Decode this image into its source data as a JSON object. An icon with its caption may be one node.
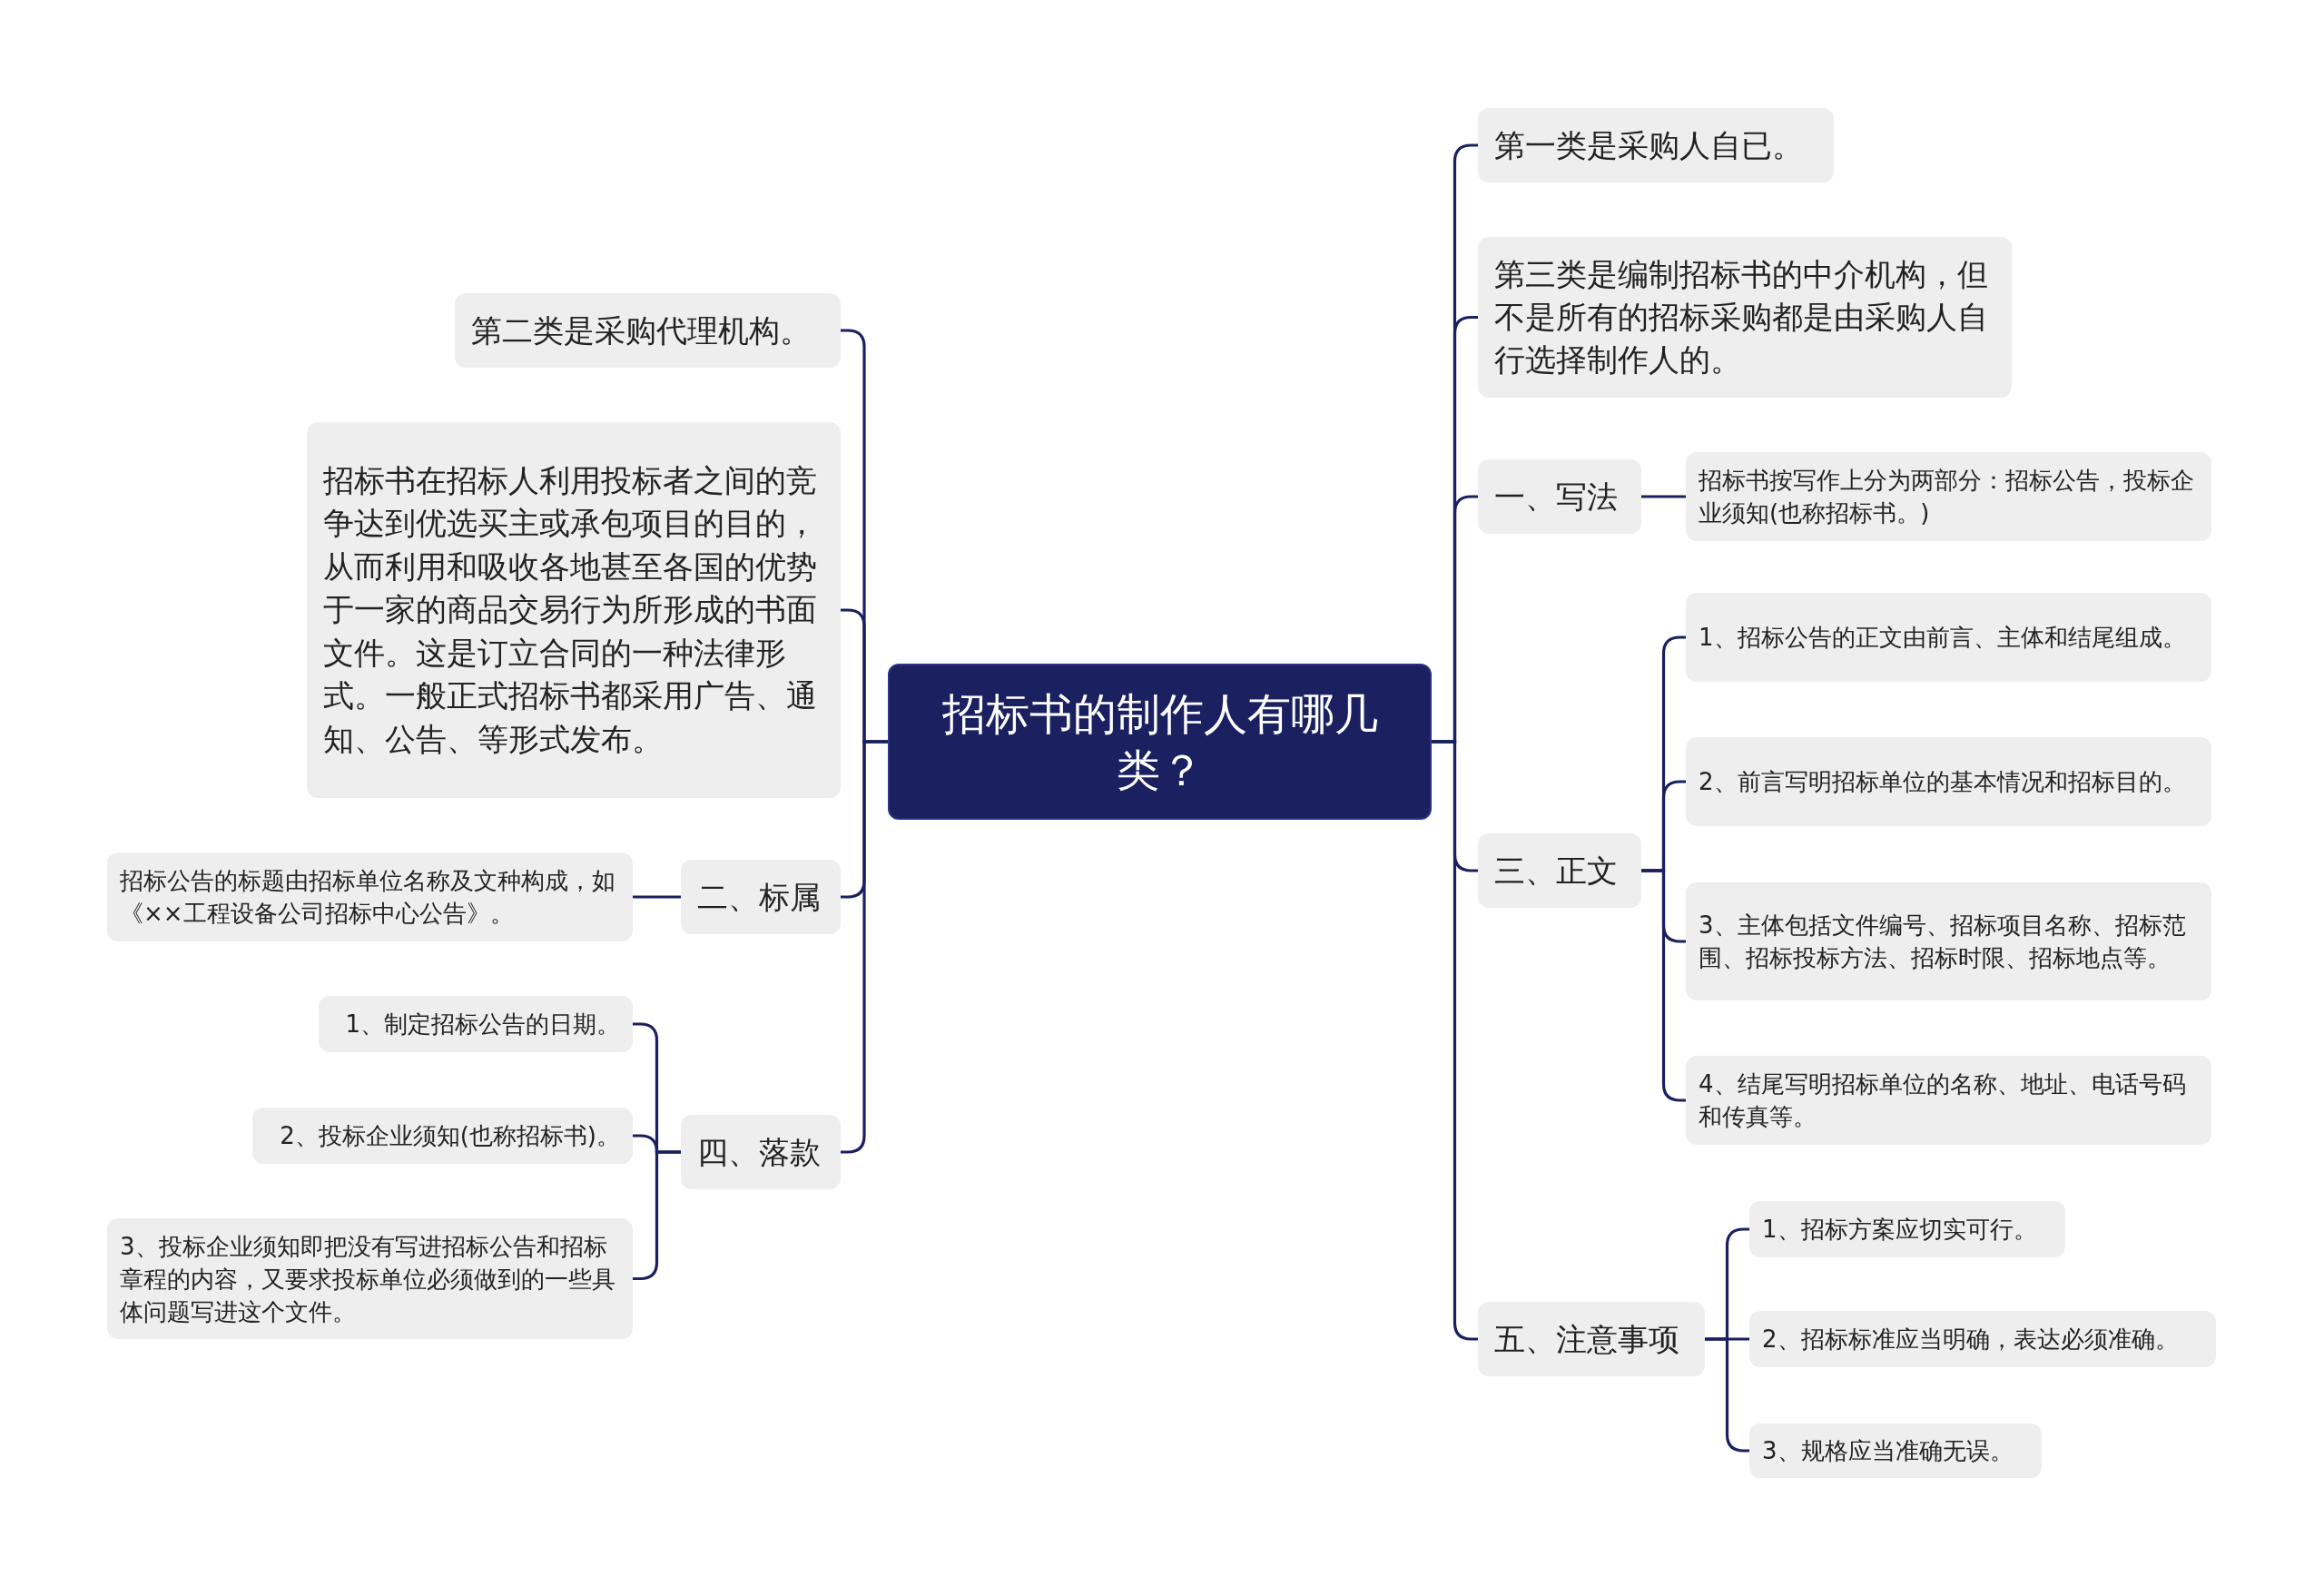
{
  "diagram": {
    "nodes": [
      {
        "text": [
          "招标书的制作人有哪几类？"
        ]
      },
      {
        "text": [
          "第一类是采购人自已。"
        ]
      },
      {
        "text": [
          "第三类是编制招标书的中介机构，但不是所有的招标采购都是由采购人自行选择制作人的。"
        ]
      },
      {
        "text": [
          "一、写法"
        ]
      },
      {
        "text": [
          "招标书按写作上分为两部分：招标公告，投标企业须知(也称招标书。)"
        ]
      },
      {
        "text": [
          "三、正文"
        ]
      },
      {
        "text": [
          "1、招标公告的正文由前言、主体和结尾组成。"
        ]
      },
      {
        "text": [
          "2、前言写明招标单位的基本情况和招标目的。"
        ]
      },
      {
        "text": [
          "3、主体包括文件编号、招标项目名称、招标范围、招标投标方法、招标时限、招标地点等。"
        ]
      },
      {
        "text": [
          "4、结尾写明招标单位的名称、地址、电话号码和传真等。"
        ]
      },
      {
        "text": [
          "五、注意事项"
        ]
      },
      {
        "text": [
          "1、招标方案应切实可行。"
        ]
      },
      {
        "text": [
          "2、招标标准应当明确，表达必须准确。"
        ]
      },
      {
        "text": [
          "3、规格应当准确无误。"
        ]
      },
      {
        "text": [
          "第二类是采购代理机构。"
        ]
      },
      {
        "text": [
          "招标书在招标人利用投标者之间的竞争达到优选买主或承包项目的目的，从而利用和吸收各地甚至各国的优势于一家的商品交易行为所形成的书面文件。这是订立合同的一种法律形式。一般正式招标书都采用广告、通知、公告、等形式发布。"
        ]
      },
      {
        "text": [
          "二、标属"
        ]
      },
      {
        "text": [
          "招标公告的标题由招标单位名称及文种构成，如《××工程设备公司招标中心公告》。"
        ]
      },
      {
        "text": [
          "四、落款"
        ]
      },
      {
        "text": [
          "1、制定招标公告的日期。"
        ]
      },
      {
        "text": [
          "2、投标企业须知(也称招标书)。"
        ]
      },
      {
        "text": [
          "3、投标企业须知即把没有写进招标公告和招标章程的内容，又要求投标单位必须做到的一些具体问题写进这个文件。"
        ]
      }
    ],
    "edges": [
      {
        "from": 0,
        "to": 1,
        "arrow": "none"
      },
      {
        "from": 0,
        "to": 2,
        "arrow": "none"
      },
      {
        "from": 0,
        "to": 3,
        "arrow": "none"
      },
      {
        "from": 3,
        "to": 4,
        "arrow": "none"
      },
      {
        "from": 0,
        "to": 5,
        "arrow": "none"
      },
      {
        "from": 5,
        "to": 6,
        "arrow": "none"
      },
      {
        "from": 5,
        "to": 7,
        "arrow": "none"
      },
      {
        "from": 5,
        "to": 8,
        "arrow": "none"
      },
      {
        "from": 5,
        "to": 9,
        "arrow": "none"
      },
      {
        "from": 0,
        "to": 10,
        "arrow": "none"
      },
      {
        "from": 10,
        "to": 11,
        "arrow": "none"
      },
      {
        "from": 10,
        "to": 12,
        "arrow": "none"
      },
      {
        "from": 10,
        "to": 13,
        "arrow": "none"
      },
      {
        "from": 0,
        "to": 14,
        "arrow": "none"
      },
      {
        "from": 0,
        "to": 15,
        "arrow": "none"
      },
      {
        "from": 0,
        "to": 16,
        "arrow": "none"
      },
      {
        "from": 16,
        "to": 17,
        "arrow": "none"
      },
      {
        "from": 0,
        "to": 18,
        "arrow": "none"
      },
      {
        "from": 18,
        "to": 19,
        "arrow": "none"
      },
      {
        "from": 18,
        "to": 20,
        "arrow": "none"
      },
      {
        "from": 18,
        "to": 21,
        "arrow": "none"
      }
    ]
  }
}
